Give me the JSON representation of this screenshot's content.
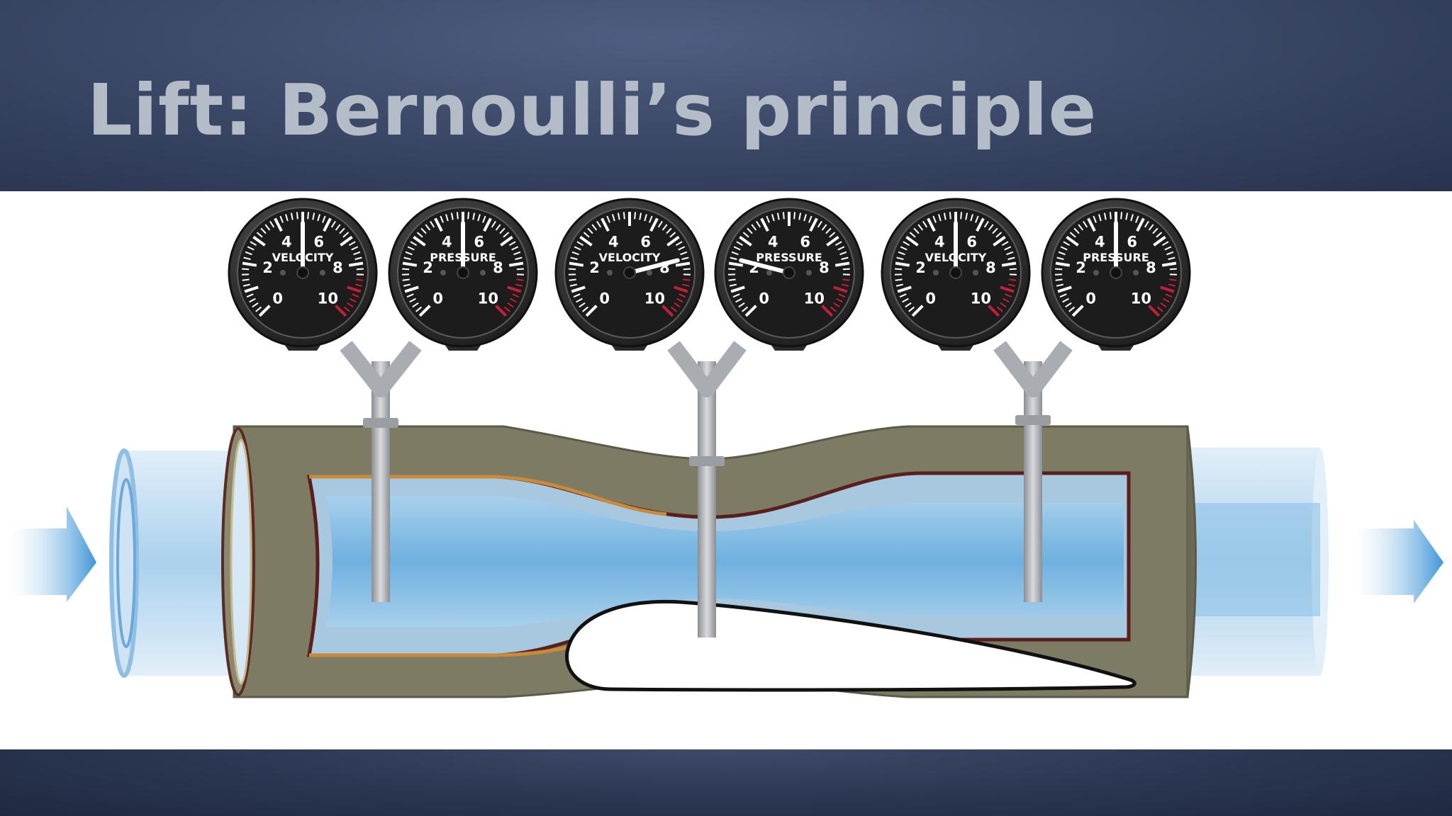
{
  "slide": {
    "title": "Lift: Bernoulli’s principle"
  },
  "colors": {
    "header": "#3c4968",
    "title_text": "#b4bcc8",
    "pipe_shell": "#7d7a64",
    "air_blue": "#8fc2e6",
    "gauge_face": "#2a2a2a",
    "redline": "#c0203a"
  },
  "gauge_scale": [
    "0",
    "2",
    "4",
    "6",
    "8",
    "10"
  ],
  "gauge_pairs": [
    {
      "position": "inlet",
      "gauges": [
        {
          "label": "VELOCITY",
          "reading": 5
        },
        {
          "label": "PRESSURE",
          "reading": 5
        }
      ]
    },
    {
      "position": "constriction",
      "gauges": [
        {
          "label": "VELOCITY",
          "reading": 7.8
        },
        {
          "label": "PRESSURE",
          "reading": 2.2
        }
      ]
    },
    {
      "position": "outlet",
      "gauges": [
        {
          "label": "VELOCITY",
          "reading": 5
        },
        {
          "label": "PRESSURE",
          "reading": 5
        }
      ]
    }
  ],
  "icons": {
    "inflow": "arrow-right-icon",
    "outflow": "arrow-right-icon"
  }
}
